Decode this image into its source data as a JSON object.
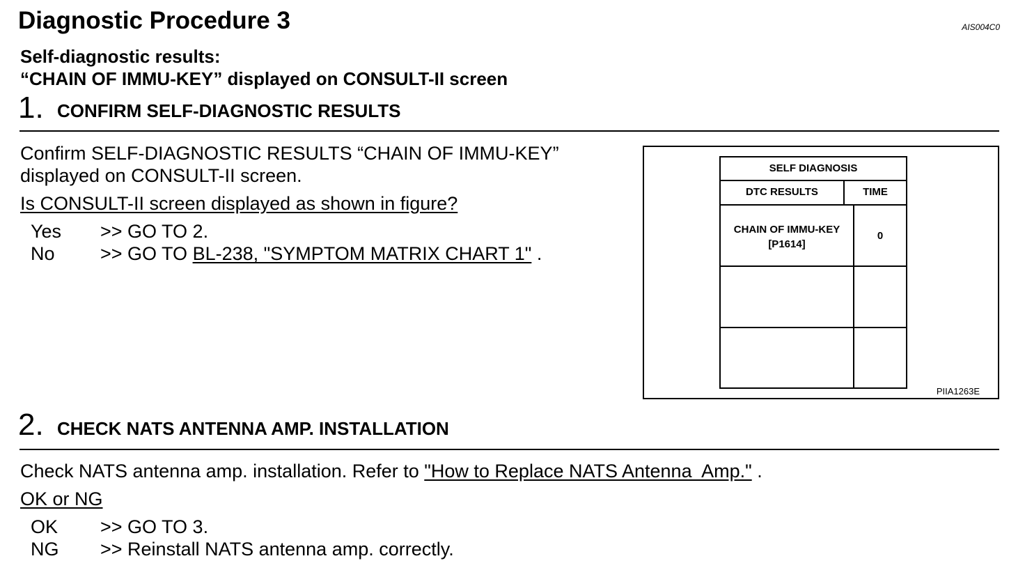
{
  "header": {
    "title": "Diagnostic Procedure 3",
    "doc_id": "AIS004C0"
  },
  "intro": {
    "line1": "Self-diagnostic results:",
    "line2": "“CHAIN OF IMMU-KEY” displayed on CONSULT-II screen"
  },
  "step1": {
    "number": "1.",
    "title": "CONFIRM SELF-DIAGNOSTIC RESULTS",
    "text_line1": "Confirm  SELF-DIAGNOSTIC  RESULTS  “CHAIN  OF  IMMU-KEY”",
    "text_line2": "displayed on CONSULT-II screen.",
    "question": "Is CONSULT-II screen displayed as shown in figure?",
    "answers": [
      {
        "label": "Yes",
        "action": ">> GO TO 2.",
        "link": "",
        "suffix": ""
      },
      {
        "label": "No",
        "action": ">> GO TO ",
        "link": "BL-238, \"SYMPTOM MATRIX CHART 1\"",
        "suffix": " ."
      }
    ]
  },
  "figure": {
    "table_title": "SELF DIAGNOSIS",
    "col1_header": "DTC RESULTS",
    "col2_header": "TIME",
    "row1_result_line1": "CHAIN OF IMMU-KEY",
    "row1_result_line2": "[P1614]",
    "row1_time": "0",
    "figure_id": "PIIA1263E"
  },
  "step2": {
    "number": "2.",
    "title": "CHECK NATS ANTENNA AMP. INSTALLATION",
    "text_prefix": "Check NATS antenna amp. installation. Refer to ",
    "text_link": "\"How to Replace NATS Antenna  Amp.\"",
    "text_suffix": " .",
    "question": "OK or NG",
    "answers": [
      {
        "label": "OK",
        "action": ">> GO TO 3."
      },
      {
        "label": "NG",
        "action": ">> Reinstall NATS antenna amp. correctly."
      }
    ]
  }
}
